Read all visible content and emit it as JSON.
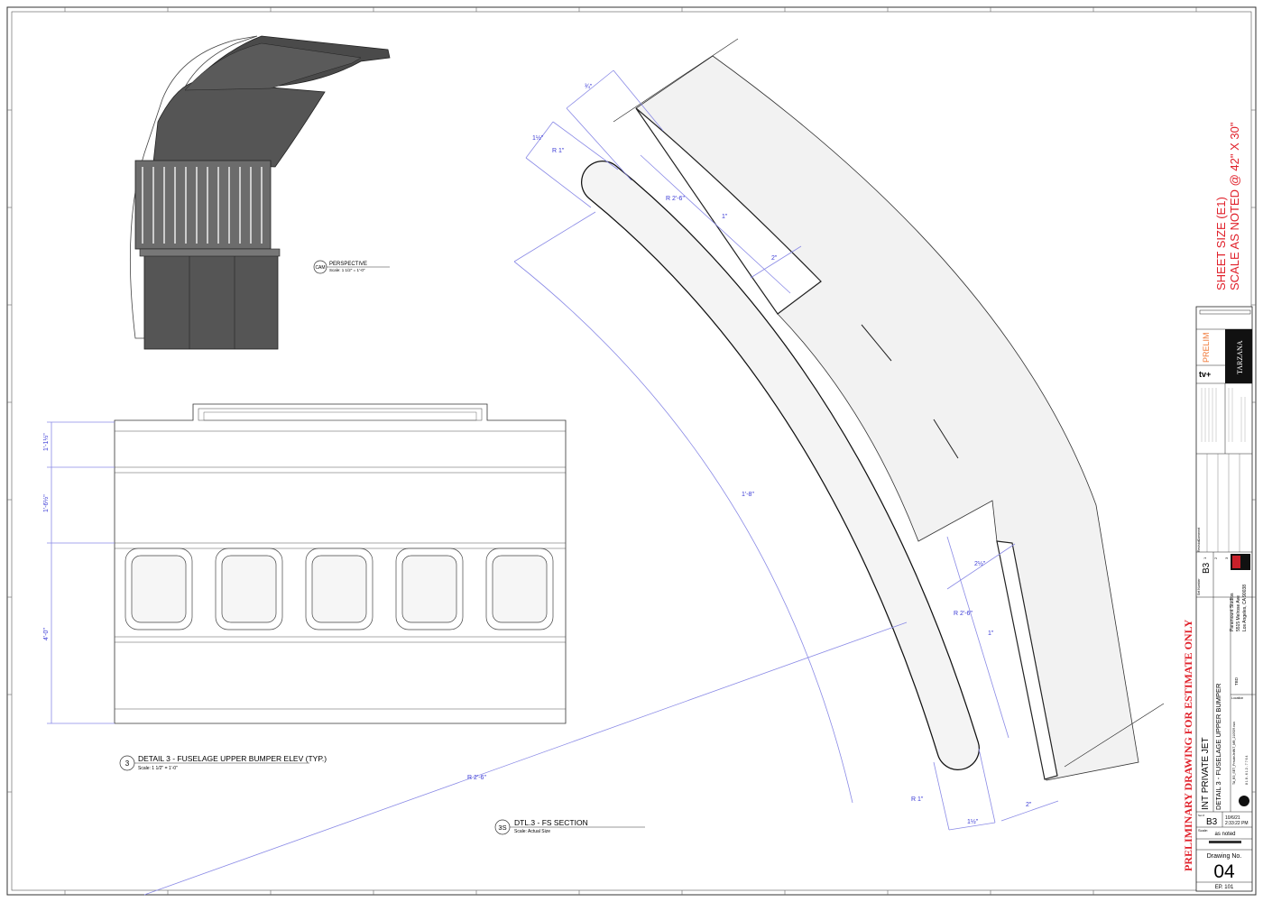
{
  "sheet": {
    "size_note": "SHEET SIZE (E1)",
    "scale_note": "SCALE AS NOTED @ 42\" X 30\"",
    "prelim_banner": "PRELIMINARY DRAWING FOR ESTIMATE ONLY",
    "accent_red": "#e0202a",
    "dim_blue": "#3b3bd6"
  },
  "views": {
    "perspective": {
      "tag": "CAM",
      "title": "PERSPECTIVE",
      "scale": "Scale: 1 1/2\" = 1'-0\""
    },
    "elevation": {
      "tag": "3",
      "title": "DETAIL 3 - FUSELAGE UPPER BUMPER ELEV (TYP.)",
      "scale": "Scale: 1 1/2\" = 1'-0\"",
      "dims": [
        "1'-1½\"",
        "1'-6½\"",
        "4'-0\""
      ]
    },
    "section": {
      "tag": "3S",
      "title": "DTL.3 - FS SECTION",
      "scale": "Scale: Actual Size",
      "dims": [
        "¾\"",
        "1½\"",
        "R 1\"",
        "R 2'-6\"",
        "1\"",
        "2\"",
        "1'-8\"",
        "2½\"",
        "R 2'-6\"",
        "1\"",
        "R 1\"",
        "1½\"",
        "2\"",
        "R 2'-6\""
      ]
    }
  },
  "title_block": {
    "production": "TARZANA",
    "prelim": "PRELIM",
    "network": "tv+",
    "set_number_label": "Set Number",
    "set_number": "B3",
    "revision_label": "Revision",
    "comment_label": "Comment",
    "revisions": [
      "1",
      "2",
      "3",
      "4",
      "5"
    ],
    "address": [
      "Paramount Studios",
      "5515 Melrose Ave",
      "Los Angeles, CA 90038"
    ],
    "set_name": "INT PRIVATE JET",
    "drawing_title": "DETAIL 3 - FUSELAGE UPPER BUMPER",
    "location_label": "Location",
    "location": "TBD",
    "set_label": "Set #",
    "set": "B3",
    "date": "10/6/21",
    "time": "2:33:22 PM",
    "scale_label": "Scale:",
    "scale": "as noted",
    "drawing_no_label": "Drawing No.",
    "drawing_no": "04",
    "ep": "EP. 101",
    "phone": "8 1 8 - 6 1 2 - 7 7 6 4",
    "file": "TA_B3_SET_PrivateJetINT_MB_210929.vwx"
  }
}
